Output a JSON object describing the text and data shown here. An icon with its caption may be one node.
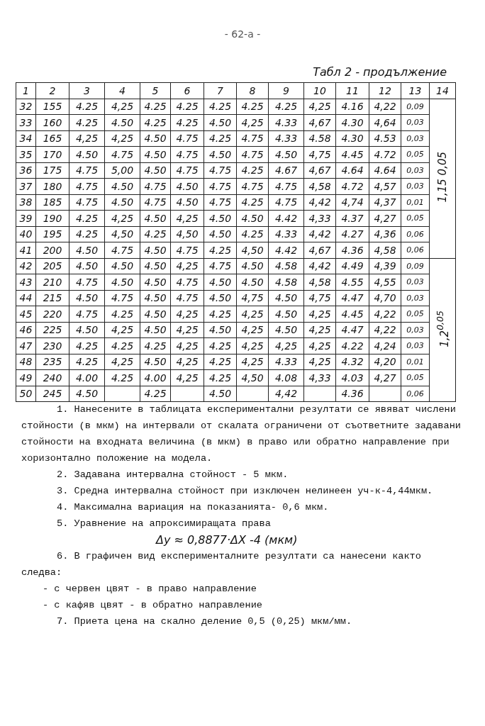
{
  "diagram": {
    "title": "Табл 2 - продължение",
    "labels": [
      "- 62-а -",
      "1",
      "2",
      "3",
      "4",
      "5",
      "6",
      "7",
      "8",
      "9",
      "10",
      "11",
      "12",
      "13",
      "14",
      "32",
      "155",
      "4.25",
      "4,25",
      "4.25",
      "4.25",
      "4.25",
      "4.25",
      "4.25",
      "4,25",
      "4.16",
      "4,22",
      "0,09",
      "1,15 0,05",
      "33",
      "160",
      "4.25",
      "4.50",
      "4.25",
      "4.25",
      "4.50",
      "4,25",
      "4.33",
      "4,67",
      "4.30",
      "4,64",
      "0,03",
      "34",
      "165",
      "4,25",
      "4,25",
      "4.50",
      "4.75",
      "4.25",
      "4.75",
      "4.33",
      "4.58",
      "4.30",
      "4.53",
      "0,03",
      "35",
      "170",
      "4.50",
      "4.75",
      "4.50",
      "4.75",
      "4.50",
      "4.75",
      "4.50",
      "4,75",
      "4.45",
      "4.72",
      "0,05",
      "36",
      "175",
      "4.75",
      "5,00",
      "4.50",
      "4.75",
      "4.75",
      "4.25",
      "4.67",
      "4,67",
      "4.64",
      "4.64",
      "0,03",
      "37",
      "180",
      "4.75",
      "4.50",
      "4.75",
      "4.50",
      "4.75",
      "4.75",
      "4.75",
      "4,58",
      "4.72",
      "4,57",
      "0,03",
      "38",
      "185",
      "4.75",
      "4.50",
      "4.75",
      "4.50",
      "4.75",
      "4.25",
      "4.75",
      "4,42",
      "4,74",
      "4,37",
      "0,01",
      "39",
      "190",
      "4.25",
      "4,25",
      "4.50",
      "4,25",
      "4.50",
      "4.50",
      "4.42",
      "4,33",
      "4.37",
      "4,27",
      "0,05",
      "40",
      "195",
      "4.25",
      "4,50",
      "4.25",
      "4,50",
      "4.50",
      "4.25",
      "4.33",
      "4,42",
      "4.27",
      "4,36",
      "0,06",
      "41",
      "200",
      "4.50",
      "4.75",
      "4.50",
      "4.75",
      "4.25",
      "4,50",
      "4.42",
      "4,67",
      "4.36",
      "4,58",
      "0,06",
      "42",
      "205",
      "4.50",
      "4.50",
      "4.50",
      "4,25",
      "4.75",
      "4.50",
      "4.58",
      "4,42",
      "4.49",
      "4,39",
      "0,09",
      "1,2$^{0,05}$",
      "43",
      "210",
      "4.75",
      "4.50",
      "4.50",
      "4.75",
      "4.50",
      "4.50",
      "4.58",
      "4,58",
      "4.55",
      "4,55",
      "0,03",
      "44",
      "215",
      "4.50",
      "4.75",
      "4.50",
      "4.75",
      "4.50",
      "4,75",
      "4.50",
      "4,75",
      "4.47",
      "4,70",
      "0,03",
      "45",
      "220",
      "4.75",
      "4.25",
      "4.50",
      "4,25",
      "4.25",
      "4,25",
      "4.50",
      "4,25",
      "4.45",
      "4,22",
      "0,05",
      "46",
      "225",
      "4.50",
      "4,25",
      "4.50",
      "4,25",
      "4.50",
      "4,25",
      "4.50",
      "4,25",
      "4.47",
      "4,22",
      "0,03",
      "47",
      "230",
      "4.25",
      "4.25",
      "4.25",
      "4,25",
      "4.25",
      "4,25",
      "4,25",
      "4,25",
      "4.22",
      "4,24",
      "0,03",
      "48",
      "235",
      "4.25",
      "4,25",
      "4.50",
      "4,25",
      "4.25",
      "4,25",
      "4.33",
      "4,25",
      "4.32",
      "4,20",
      "0,01",
      "49",
      "240",
      "4.00",
      "4.25",
      "4.00",
      "4,25",
      "4.25",
      "4,50",
      "4.08",
      "4,33",
      "4.03",
      "4,27",
      "0,05",
      "50",
      "245",
      "4.50",
      "4.25",
      "4.50",
      "4,42",
      "4.36",
      "0,06",
      "1. Нанесените в таблицата експериментални резултати се явяват числени стойности (в мкм) на интервали от скалата ограничени от съответните задавани стойности на входната величина (в мкм) в право или обратно направление при хоризонтално положение на модела.",
      "2. Задавана интервална стойност - 5 мкм.",
      "3. Средна интервална стойност при изключен нелинеен уч-к-4,44мкм.",
      "4. Максимална вариация на показанията- 0,6 мкм.",
      "5. Уравнение на апроксимиращата права",
      "Δу ≈ 0,8877·ΔХ -4 (мкм)",
      "6. В графичен вид експерименталните резултати са нанесени както следва:",
      "- с червен цвят - в право направление",
      "- с кафяв цвят - в обратно направление",
      "7. Приета цена на скално деление 0,5 (0,25) мкм/мм."
    ]
  }
}
